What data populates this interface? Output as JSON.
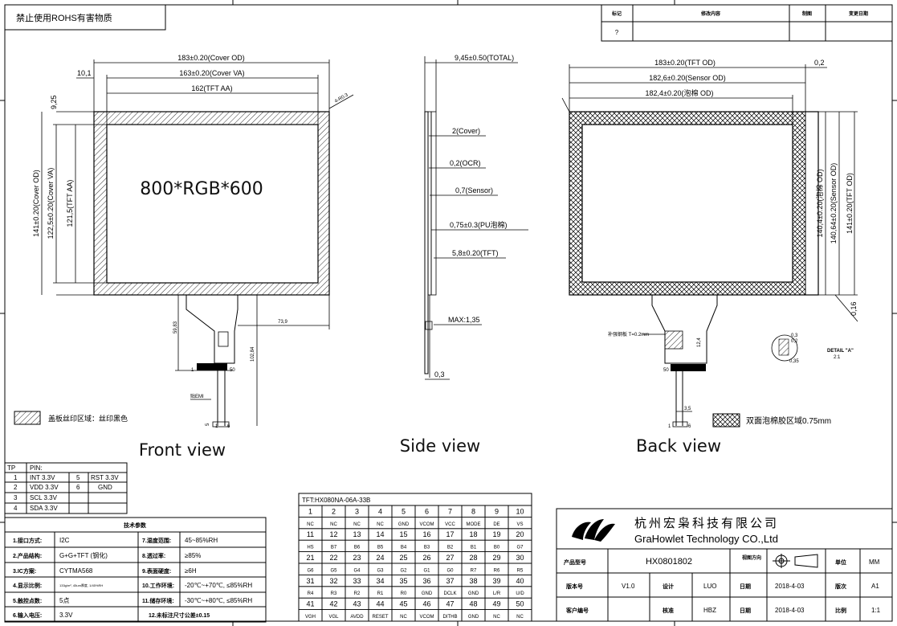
{
  "top_note": "禁止使用ROHS有害物质",
  "revision": {
    "headers": [
      "标记",
      "修改内容",
      "制图",
      "变更日期"
    ],
    "row": [
      "?",
      "",
      "",
      ""
    ]
  },
  "front_view": {
    "caption": "Front view",
    "resolution": "800*RGB*600",
    "dims": {
      "cover_od_w": "183±0.20(Cover OD)",
      "cover_va_w": "163±0.20(Cover VA)",
      "tft_aa_w": "162(TFT AA)",
      "left_offset": "10,1",
      "top_offset": "9,25",
      "corner": "4-R0.3",
      "cover_od_h": "141±0.20(Cover OD)",
      "cover_va_h": "122,5±0.20(Cover VA)",
      "tft_aa_h": "121,5(TFT AA)",
      "fpc_y": "59,83",
      "fpc_x": "73,9",
      "fpc_len": "102,84",
      "fpc_pin1": "1",
      "fpc_pin50": "50",
      "emi_label": "贴EMI",
      "tail_5": "5",
      "tail_1": "1",
      "tail_6": "6"
    },
    "legend": "盖板丝印区域：丝印黑色"
  },
  "side_view": {
    "caption": "Side view",
    "dims": {
      "total": "9,45±0.50(TOTAL)",
      "cover": "2(Cover)",
      "ocr": "0,2(OCR)",
      "sensor": "0,7(Sensor)",
      "pu": "0,75±0.3(PU泡棉)",
      "tft": "5,8±0.20(TFT)",
      "max": "MAX:1,35",
      "fpc": "0,3"
    }
  },
  "back_view": {
    "caption": "Back view",
    "dims": {
      "tft_od_w": "183±0.20(TFT OD)",
      "sensor_od_w": "182,6±0.20(Sensor OD)",
      "foam_od_w": "182,4±0.20(泡棉 OD)",
      "gap": "0,2",
      "foam_od_h": "140,4±0.20(泡棉 OD)",
      "sensor_od_h": "140,64±0.20(Sensor OD)",
      "tft_od_h": "141±0.20(TFT OD)",
      "edge": "0,16",
      "stiffener": "补强钢板 T=0.2mm",
      "fpc_w": "12,4",
      "tail_35": "3,5",
      "pin1": "1",
      "pin6": "6",
      "pin50": "50",
      "d03": "0,3",
      "d02": "0,2",
      "d035": "0,35",
      "detail": "DETAIL \"A\"",
      "detail_scale": "2:1"
    },
    "legend": "双面泡棉胶区域0.75mm"
  },
  "tp_pins": {
    "header": [
      "TP",
      "PIN:"
    ],
    "rows": [
      [
        "1",
        "INT 3.3V",
        "5",
        "RST 3.3V"
      ],
      [
        "2",
        "VDD 3.3V",
        "6",
        "GND"
      ],
      [
        "3",
        "SCL 3.3V",
        "",
        ""
      ],
      [
        "4",
        "SDA 3.3V",
        "",
        ""
      ]
    ]
  },
  "params": {
    "title": "技术参数",
    "rows": [
      [
        "1.接口方式:",
        "I2C",
        "7.湿度范围:",
        "45~85%RH"
      ],
      [
        "2.产品结构:",
        "G+G+TFT (钢化)",
        "8.透过率:",
        "≥85%"
      ],
      [
        "3.IC方案:",
        "CYTMA568",
        "9.表面硬度:",
        "≥6H"
      ],
      [
        "4.显示比例:",
        "133g/m², 45um厚度, 1/45%RH",
        "10.工作环境:",
        "-20℃~+70℃, ≤85%RH"
      ],
      [
        "5.触控点数:",
        "5点",
        "11.储存环境:",
        "-30℃~+80℃, ≤85%RH"
      ],
      [
        "6.输入电压:",
        "3.3V",
        "12.未标注尺寸公差±0.15",
        ""
      ]
    ]
  },
  "tft_pinout": {
    "title": "TFT:HX080NA-06A-33B",
    "rows": [
      [
        "1",
        "2",
        "3",
        "4",
        "5",
        "6",
        "7",
        "8",
        "9",
        "10"
      ],
      [
        "NC",
        "NC",
        "NC",
        "NC",
        "GND",
        "VCOM",
        "VCC",
        "MODE",
        "DE",
        "VS"
      ],
      [
        "11",
        "12",
        "13",
        "14",
        "15",
        "16",
        "17",
        "18",
        "19",
        "20"
      ],
      [
        "HS",
        "B7",
        "B6",
        "B5",
        "B4",
        "B3",
        "B2",
        "B1",
        "B0",
        "G7"
      ],
      [
        "21",
        "22",
        "23",
        "24",
        "25",
        "26",
        "27",
        "28",
        "29",
        "30"
      ],
      [
        "G6",
        "G5",
        "G4",
        "G3",
        "G2",
        "G1",
        "G0",
        "R7",
        "R6",
        "R5"
      ],
      [
        "31",
        "32",
        "33",
        "34",
        "35",
        "36",
        "37",
        "38",
        "39",
        "40"
      ],
      [
        "R4",
        "R3",
        "R2",
        "R1",
        "R0",
        "GND",
        "DCLK",
        "GND",
        "L/R",
        "U/D"
      ],
      [
        "41",
        "42",
        "43",
        "44",
        "45",
        "46",
        "47",
        "48",
        "49",
        "50"
      ],
      [
        "VGH",
        "VGL",
        "AVDD",
        "RESET",
        "NC",
        "VCOM",
        "DITHB",
        "GND",
        "NC",
        "NC"
      ]
    ]
  },
  "title_block": {
    "company_cn": "杭州宏枭科技有限公司",
    "company_en": "GraHowlet Technology CO.,Ltd",
    "rows": [
      [
        "产品型号",
        "HX0801802",
        "",
        "视图方向",
        "",
        "单位",
        "MM"
      ],
      [
        "版本号",
        "V1.0",
        "设计",
        "LUO",
        "日期",
        "2018-4-03",
        "版次",
        "A1"
      ],
      [
        "客户编号",
        "",
        "核准",
        "HBZ",
        "日期",
        "2018-4-03",
        "比例",
        "1:1"
      ]
    ]
  },
  "colors": {
    "line": "#000000",
    "hatch": "#000000",
    "logo": "#000000"
  }
}
